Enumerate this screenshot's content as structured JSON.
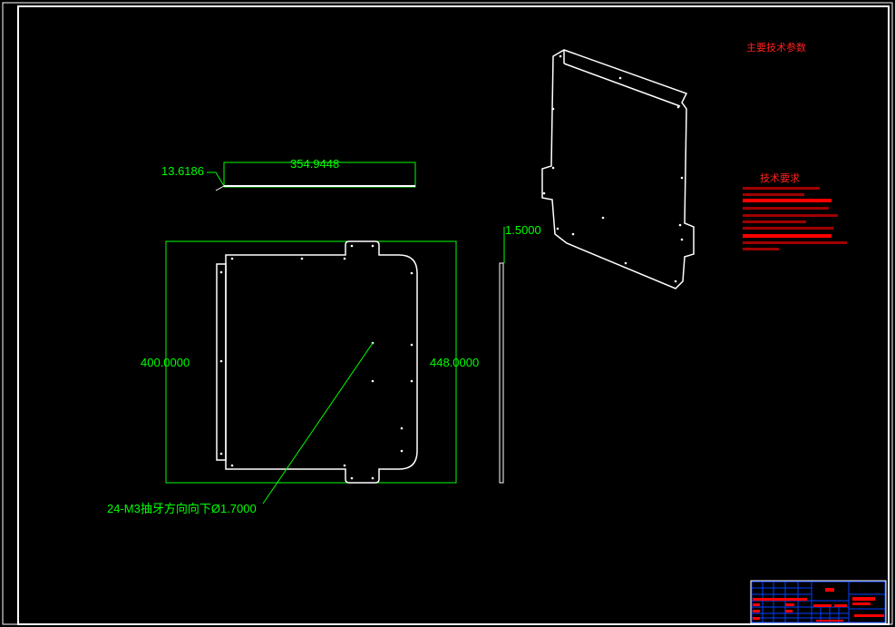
{
  "dimensions": {
    "strip_length": "354.9448",
    "strip_angle": "13.6186",
    "plate_height_left": "400.0000",
    "plate_height_right": "448.0000",
    "thickness": "1.5000",
    "hole_note": "24-M3抽牙方向向下Ø1.7000"
  },
  "notes": {
    "main_params_title": "主要技术参数",
    "tech_req_title": "技术要求"
  },
  "colors": {
    "background": "#000000",
    "dimension": "#00ff00",
    "part": "#ffffff",
    "annotation": "#ff0000",
    "titleblock": "#0040ff"
  }
}
